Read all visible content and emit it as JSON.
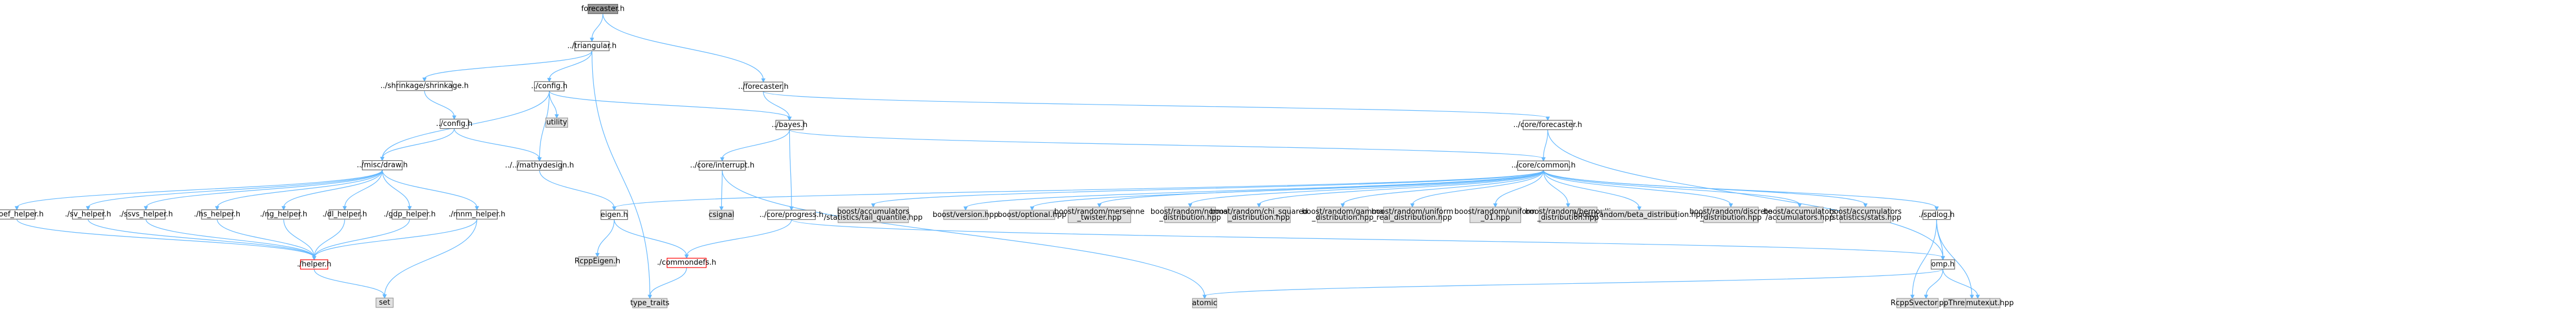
{
  "colors": {
    "edge": "#63b8ff",
    "root_fill": "#999999",
    "ext_fill": "#e0e0e0",
    "red_border": "#ff0000"
  },
  "nodes": [
    {
      "id": "forecaster_h",
      "lines": [
        "forecaster.h"
      ],
      "kind": "root"
    },
    {
      "id": "triangular",
      "lines": [
        "../triangular.h"
      ],
      "kind": "normal"
    },
    {
      "id": "forecaster2",
      "lines": [
        "../forecaster.h"
      ],
      "kind": "normal"
    },
    {
      "id": "shrinkage",
      "lines": [
        "../shrinkage/shrinkage.h"
      ],
      "kind": "normal"
    },
    {
      "id": "config1",
      "lines": [
        "../config.h"
      ],
      "kind": "normal"
    },
    {
      "id": "utility",
      "lines": [
        "utility"
      ],
      "kind": "ext"
    },
    {
      "id": "config2",
      "lines": [
        "../config.h"
      ],
      "kind": "normal"
    },
    {
      "id": "misc_draw",
      "lines": [
        "../misc/draw.h"
      ],
      "kind": "normal"
    },
    {
      "id": "mathydesign",
      "lines": [
        "../../mathydesign.h"
      ],
      "kind": "normal"
    },
    {
      "id": "bayes",
      "lines": [
        "../bayes.h"
      ],
      "kind": "normal"
    },
    {
      "id": "core_interrupt",
      "lines": [
        "../core/interrupt.h"
      ],
      "kind": "normal"
    },
    {
      "id": "core_forecaster",
      "lines": [
        "../core/forecaster.h"
      ],
      "kind": "normal"
    },
    {
      "id": "core_common",
      "lines": [
        "../core/common.h"
      ],
      "kind": "normal"
    },
    {
      "id": "coef_helper",
      "lines": [
        "./coef_helper.h"
      ],
      "kind": "normal"
    },
    {
      "id": "sv_helper",
      "lines": [
        "./sv_helper.h"
      ],
      "kind": "normal"
    },
    {
      "id": "ssvs_helper",
      "lines": [
        "./ssvs_helper.h"
      ],
      "kind": "normal"
    },
    {
      "id": "hs_helper",
      "lines": [
        "./hs_helper.h"
      ],
      "kind": "normal"
    },
    {
      "id": "ng_helper",
      "lines": [
        "./ng_helper.h"
      ],
      "kind": "normal"
    },
    {
      "id": "dl_helper",
      "lines": [
        "./dl_helper.h"
      ],
      "kind": "normal"
    },
    {
      "id": "gdp_helper",
      "lines": [
        "./gdp_helper.h"
      ],
      "kind": "normal"
    },
    {
      "id": "mnm_helper",
      "lines": [
        "./mnm_helper.h"
      ],
      "kind": "normal"
    },
    {
      "id": "eigen_h",
      "lines": [
        "eigen.h"
      ],
      "kind": "normal"
    },
    {
      "id": "csignal",
      "lines": [
        "csignal"
      ],
      "kind": "ext"
    },
    {
      "id": "core_progress",
      "lines": [
        "../core/progress.h"
      ],
      "kind": "normal"
    },
    {
      "id": "b_tail",
      "lines": [
        "boost/accumulators",
        "/statistics/tail_quantile.hpp"
      ],
      "kind": "ext"
    },
    {
      "id": "b_version",
      "lines": [
        "boost/version.hpp"
      ],
      "kind": "ext"
    },
    {
      "id": "b_optional",
      "lines": [
        "boost/optional.hpp"
      ],
      "kind": "ext"
    },
    {
      "id": "b_mersenne",
      "lines": [
        "boost/random/mersenne",
        "_twister.hpp"
      ],
      "kind": "ext"
    },
    {
      "id": "b_normal",
      "lines": [
        "boost/random/normal",
        "_distribution.hpp"
      ],
      "kind": "ext"
    },
    {
      "id": "b_chi",
      "lines": [
        "boost/random/chi_squared",
        "_distribution.hpp"
      ],
      "kind": "ext"
    },
    {
      "id": "b_gamma",
      "lines": [
        "boost/random/gamma",
        "_distribution.hpp"
      ],
      "kind": "ext"
    },
    {
      "id": "b_unif_real",
      "lines": [
        "boost/random/uniform",
        "_real_distribution.hpp"
      ],
      "kind": "ext"
    },
    {
      "id": "b_unif01",
      "lines": [
        "boost/random/uniform",
        "_01.hpp"
      ],
      "kind": "ext"
    },
    {
      "id": "b_bernoulli",
      "lines": [
        "boost/random/bernoulli",
        "_distribution.hpp"
      ],
      "kind": "ext"
    },
    {
      "id": "b_beta",
      "lines": [
        "boost/random/beta_distribution.hpp"
      ],
      "kind": "ext"
    },
    {
      "id": "b_discrete",
      "lines": [
        "boost/random/discrete",
        "_distribution.hpp"
      ],
      "kind": "ext"
    },
    {
      "id": "b_accum",
      "lines": [
        "boost/accumulators",
        "/accumulators.hpp"
      ],
      "kind": "ext"
    },
    {
      "id": "b_stats",
      "lines": [
        "boost/accumulators",
        "/statistics/stats.hpp"
      ],
      "kind": "ext"
    },
    {
      "id": "spdlog",
      "lines": [
        "./spdlog.h"
      ],
      "kind": "normal"
    },
    {
      "id": "helper",
      "lines": [
        "./helper.h"
      ],
      "kind": "red"
    },
    {
      "id": "rcppeigen",
      "lines": [
        "RcppEigen.h"
      ],
      "kind": "ext"
    },
    {
      "id": "commondefs",
      "lines": [
        "./commondefs.h"
      ],
      "kind": "red"
    },
    {
      "id": "omp",
      "lines": [
        "omp.h"
      ],
      "kind": "normal"
    },
    {
      "id": "rcppspdlog",
      "lines": [
        "RcppSpdlog"
      ],
      "kind": "ext"
    },
    {
      "id": "rcppthread",
      "lines": [
        "RcppThread/Rcout.hpp"
      ],
      "kind": "ext"
    },
    {
      "id": "set",
      "lines": [
        "set"
      ],
      "kind": "ext"
    },
    {
      "id": "type_traits",
      "lines": [
        "type_traits"
      ],
      "kind": "ext"
    },
    {
      "id": "atomic",
      "lines": [
        "atomic"
      ],
      "kind": "ext"
    },
    {
      "id": "vector",
      "lines": [
        "vector"
      ],
      "kind": "ext"
    },
    {
      "id": "mutex",
      "lines": [
        "mutex"
      ],
      "kind": "ext"
    }
  ],
  "edges": [
    [
      "forecaster_h",
      "triangular"
    ],
    [
      "forecaster_h",
      "forecaster2"
    ],
    [
      "triangular",
      "shrinkage"
    ],
    [
      "triangular",
      "config1"
    ],
    [
      "triangular",
      "type_traits"
    ],
    [
      "shrinkage",
      "config2"
    ],
    [
      "config1",
      "misc_draw"
    ],
    [
      "config1",
      "utility"
    ],
    [
      "config1",
      "mathydesign"
    ],
    [
      "config1",
      "bayes"
    ],
    [
      "config2",
      "misc_draw"
    ],
    [
      "config2",
      "mathydesign"
    ],
    [
      "forecaster2",
      "bayes"
    ],
    [
      "forecaster2",
      "core_forecaster"
    ],
    [
      "misc_draw",
      "coef_helper"
    ],
    [
      "misc_draw",
      "sv_helper"
    ],
    [
      "misc_draw",
      "ssvs_helper"
    ],
    [
      "misc_draw",
      "hs_helper"
    ],
    [
      "misc_draw",
      "ng_helper"
    ],
    [
      "misc_draw",
      "dl_helper"
    ],
    [
      "misc_draw",
      "gdp_helper"
    ],
    [
      "misc_draw",
      "mnm_helper"
    ],
    [
      "coef_helper",
      "helper"
    ],
    [
      "sv_helper",
      "helper"
    ],
    [
      "ssvs_helper",
      "helper"
    ],
    [
      "hs_helper",
      "helper"
    ],
    [
      "ng_helper",
      "helper"
    ],
    [
      "dl_helper",
      "helper"
    ],
    [
      "gdp_helper",
      "helper"
    ],
    [
      "mnm_helper",
      "helper"
    ],
    [
      "mnm_helper",
      "set"
    ],
    [
      "helper",
      "set"
    ],
    [
      "mathydesign",
      "eigen_h"
    ],
    [
      "bayes",
      "core_interrupt"
    ],
    [
      "bayes",
      "core_progress"
    ],
    [
      "bayes",
      "core_common"
    ],
    [
      "core_interrupt",
      "csignal"
    ],
    [
      "core_interrupt",
      "atomic"
    ],
    [
      "core_forecaster",
      "core_common"
    ],
    [
      "core_forecaster",
      "omp"
    ],
    [
      "core_common",
      "eigen_h"
    ],
    [
      "core_common",
      "b_tail"
    ],
    [
      "core_common",
      "b_version"
    ],
    [
      "core_common",
      "b_optional"
    ],
    [
      "core_common",
      "b_mersenne"
    ],
    [
      "core_common",
      "b_normal"
    ],
    [
      "core_common",
      "b_chi"
    ],
    [
      "core_common",
      "b_gamma"
    ],
    [
      "core_common",
      "b_unif_real"
    ],
    [
      "core_common",
      "b_unif01"
    ],
    [
      "core_common",
      "b_bernoulli"
    ],
    [
      "core_common",
      "b_beta"
    ],
    [
      "core_common",
      "b_discrete"
    ],
    [
      "core_common",
      "b_accum"
    ],
    [
      "core_common",
      "b_stats"
    ],
    [
      "core_common",
      "spdlog"
    ],
    [
      "eigen_h",
      "rcppeigen"
    ],
    [
      "eigen_h",
      "commondefs"
    ],
    [
      "core_progress",
      "commondefs"
    ],
    [
      "core_progress",
      "omp"
    ],
    [
      "commondefs",
      "type_traits"
    ],
    [
      "spdlog",
      "rcppspdlog"
    ],
    [
      "spdlog",
      "rcppthread"
    ],
    [
      "spdlog",
      "omp"
    ],
    [
      "omp",
      "atomic"
    ],
    [
      "omp",
      "vector"
    ],
    [
      "omp",
      "mutex"
    ]
  ]
}
